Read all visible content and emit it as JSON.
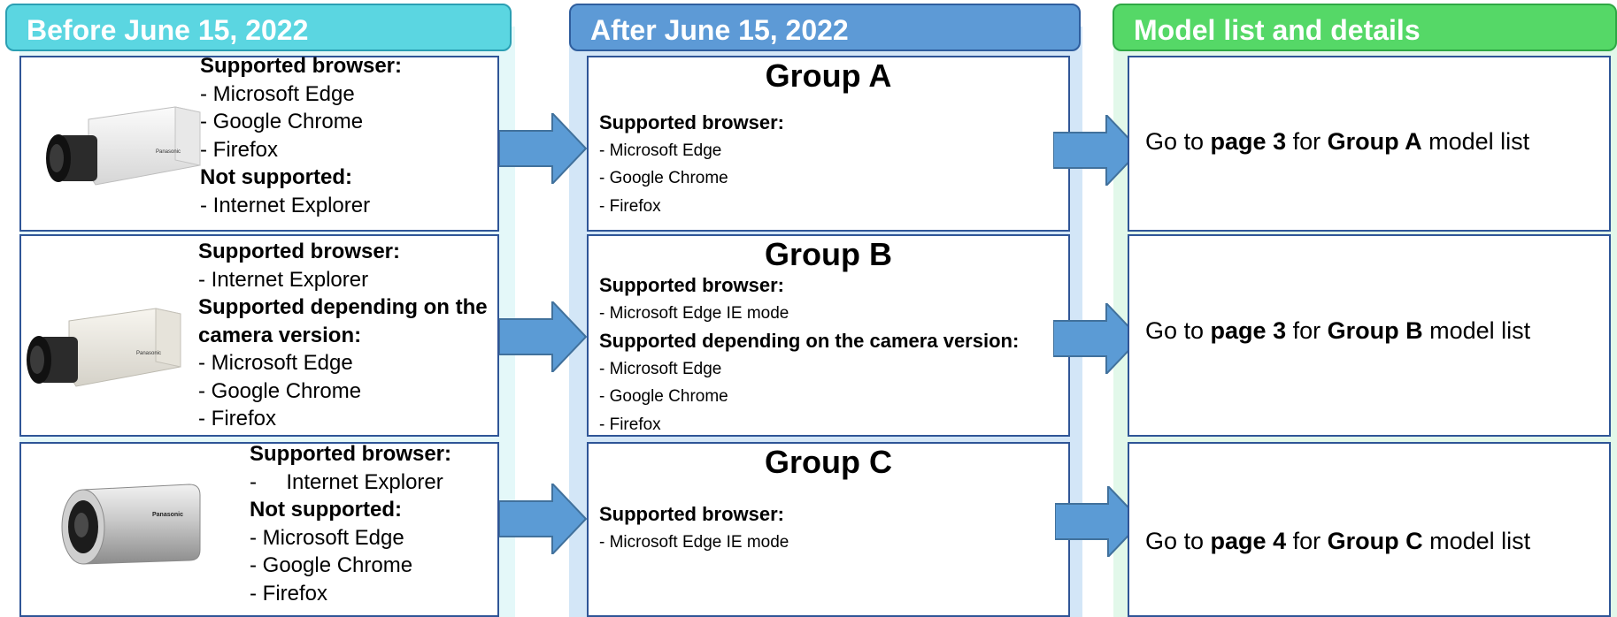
{
  "columns": {
    "before": {
      "header": "Before June 15, 2022"
    },
    "after": {
      "header": "After June 15, 2022"
    },
    "details": {
      "header": "Model list and details"
    }
  },
  "before_rows": [
    {
      "camera_icon": "box-camera-white",
      "lines": [
        {
          "text": "Supported browser:",
          "bold": true
        },
        {
          "text": "- Microsoft Edge",
          "bold": false
        },
        {
          "text": "- Google Chrome",
          "bold": false
        },
        {
          "text": "- Firefox",
          "bold": false
        },
        {
          "text": "Not supported:",
          "bold": true
        },
        {
          "text": "- Internet Explorer",
          "bold": false
        }
      ]
    },
    {
      "camera_icon": "box-camera-ivory",
      "lines": [
        {
          "text": "Supported browser:",
          "bold": true
        },
        {
          "text": "- Internet Explorer",
          "bold": false
        },
        {
          "text": "Supported depending on the",
          "bold": true
        },
        {
          "text": "camera version:",
          "bold": true
        },
        {
          "text": "- Microsoft Edge",
          "bold": false
        },
        {
          "text": "- Google Chrome",
          "bold": false
        },
        {
          "text": "- Firefox",
          "bold": false
        }
      ]
    },
    {
      "camera_icon": "bullet-camera-silver",
      "lines": [
        {
          "text": "Supported browser:",
          "bold": true
        },
        {
          "text": "-     Internet Explorer",
          "bold": false
        },
        {
          "text": "Not supported:",
          "bold": true
        },
        {
          "text": "- Microsoft Edge",
          "bold": false
        },
        {
          "text": "- Google Chrome",
          "bold": false
        },
        {
          "text": "- Firefox",
          "bold": false
        }
      ]
    }
  ],
  "after_rows": [
    {
      "title": "Group A",
      "lines": [
        {
          "text": "Supported browser:",
          "bold": true
        },
        {
          "text": "- Microsoft Edge",
          "bold": false
        },
        {
          "text": "- Google Chrome",
          "bold": false
        },
        {
          "text": "- Firefox",
          "bold": false
        }
      ]
    },
    {
      "title": "Group B",
      "lines": [
        {
          "text": "Supported browser:",
          "bold": true
        },
        {
          "text": "- Microsoft Edge IE mode",
          "bold": false
        },
        {
          "text": "Supported depending on the camera version:",
          "bold": true
        },
        {
          "text": "- Microsoft Edge",
          "bold": false
        },
        {
          "text": "- Google Chrome",
          "bold": false
        },
        {
          "text": "- Firefox",
          "bold": false
        }
      ]
    },
    {
      "title": "Group C",
      "lines": [
        {
          "text": "Supported browser:",
          "bold": true
        },
        {
          "text": "- Microsoft Edge IE mode",
          "bold": false
        }
      ]
    }
  ],
  "detail_rows": [
    {
      "prefix": "Go to ",
      "page": "page 3",
      "middle": " for ",
      "group": "Group A",
      "suffix": " model list"
    },
    {
      "prefix": "Go to ",
      "page": "page 3",
      "middle": " for ",
      "group": "Group B",
      "suffix": " model list"
    },
    {
      "prefix": "Go to ",
      "page": "page 4",
      "middle": " for ",
      "group": "Group C",
      "suffix": " model list"
    }
  ],
  "colors": {
    "before_header": "#5bd6e1",
    "after_header": "#5d9ad6",
    "details_header": "#55d867",
    "arrow": "#5b9bd5",
    "box_border": "#2f5597"
  }
}
